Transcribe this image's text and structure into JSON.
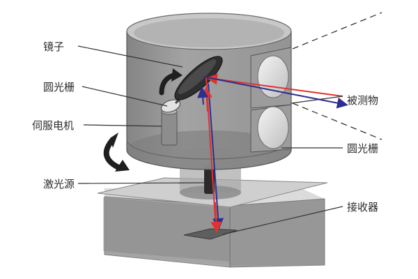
{
  "labels": {
    "mirror": "镜子",
    "grating_left": "圆光栅",
    "servo_motor": "伺服电机",
    "laser_source": "激光源",
    "target": "被测物",
    "grating_right": "圆光栅",
    "receiver": "接收器"
  },
  "colors": {
    "laser_beam": "#e0332f",
    "return_beam": "#2b2f8f",
    "housing_fill": "#8a8a8a",
    "base_fill": "#9a9a9a",
    "window_fill": "#d8d8d8",
    "dashed_line": "#333333"
  },
  "icons": {
    "mirror_rotation": "curved-arrow-icon",
    "base_rotation": "curved-arrow-icon"
  }
}
